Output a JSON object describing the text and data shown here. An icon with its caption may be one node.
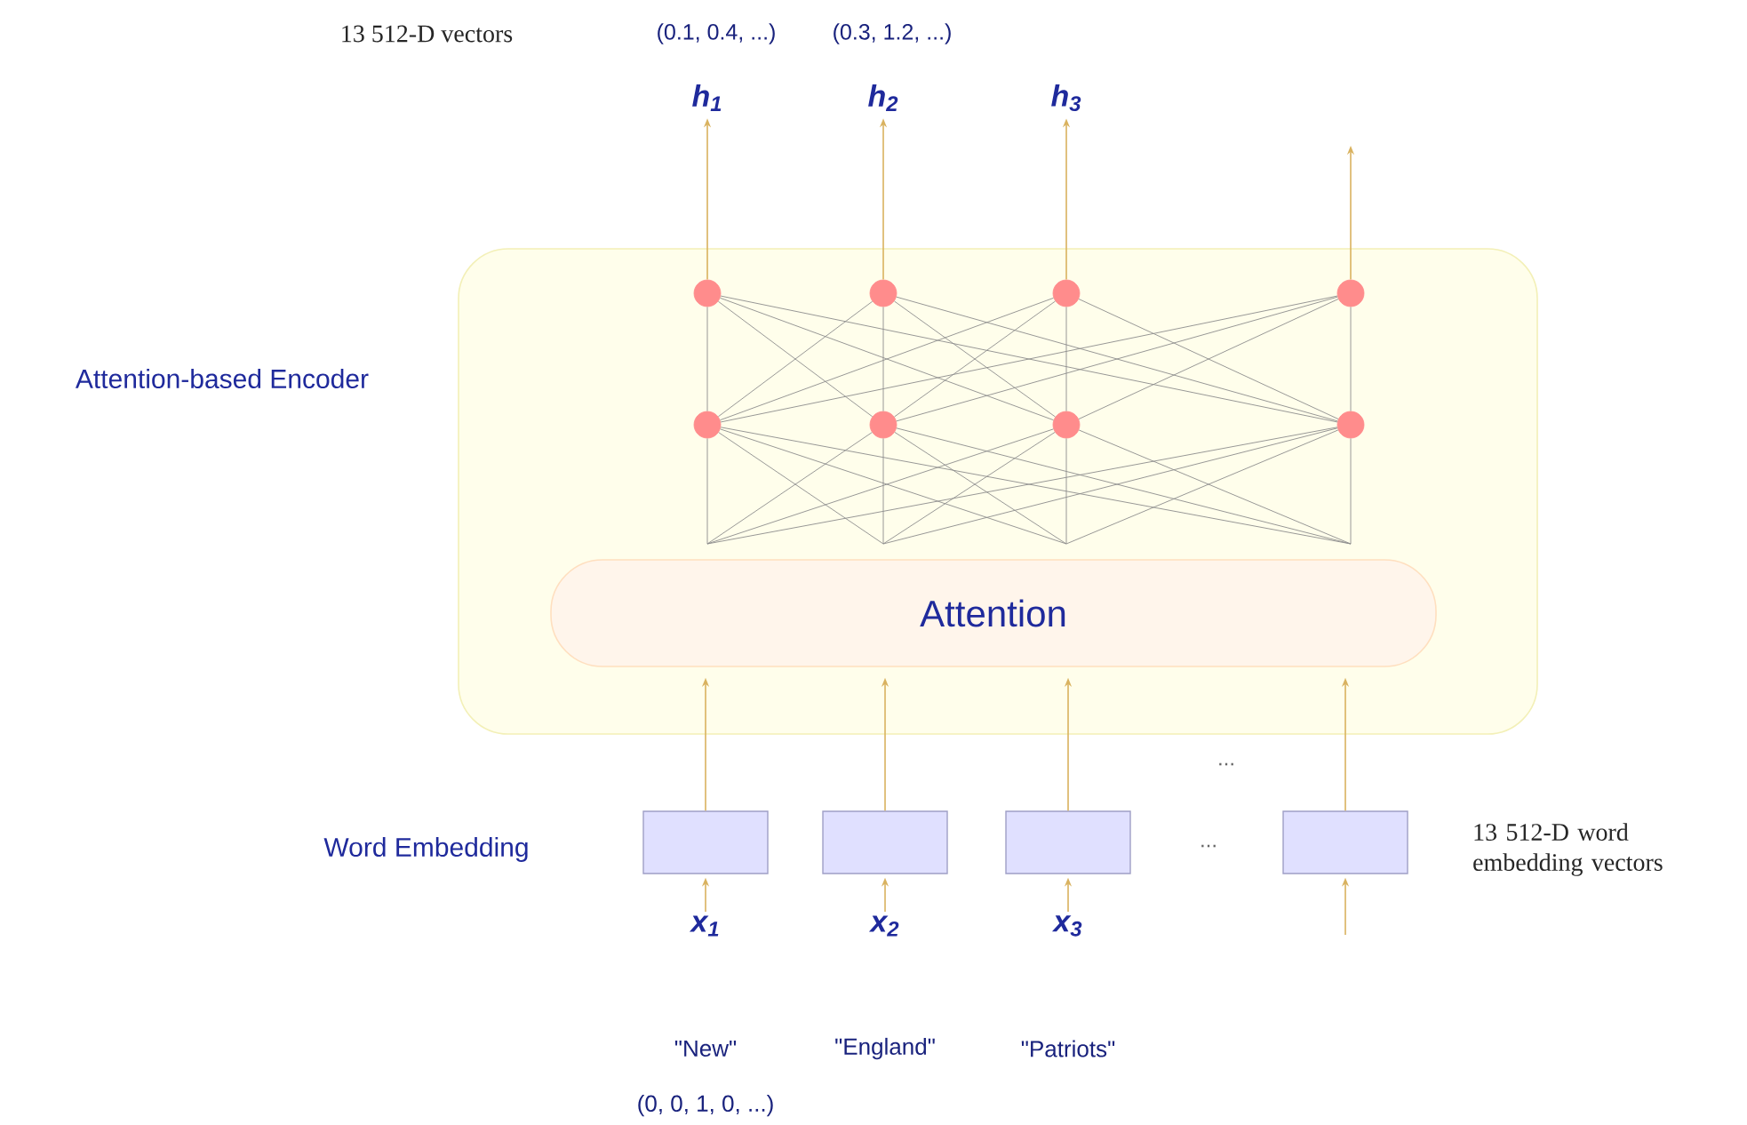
{
  "diagram": {
    "nodes": [
      {
        "text": [
          "h$_{1}$"
        ],
        "beside": [
          "(0.1, 0.4, ...)"
        ]
      },
      {
        "text": [
          "h$_{2}$"
        ],
        "beside": [
          "(0.3, 1.2, ...)"
        ]
      },
      {
        "text": [
          "h$_{3}$"
        ]
      },
      {
        "text": [
          "Attention-based Encoder"
        ]
      },
      {
        "text": [],
        "shape": "circle",
        "in": 3
      },
      {
        "text": [],
        "shape": "circle",
        "in": 3
      },
      {
        "text": [],
        "shape": "circle",
        "in": 3
      },
      {
        "text": [],
        "shape": "circle",
        "in": 3
      },
      {
        "text": [],
        "shape": "circle",
        "in": 3
      },
      {
        "text": [],
        "shape": "circle",
        "in": 3
      },
      {
        "text": [],
        "shape": "circle",
        "in": 3
      },
      {
        "text": [],
        "shape": "circle",
        "in": 3
      },
      {
        "text": [
          "Attention"
        ],
        "in": 3
      },
      {
        "text": [],
        "shape": "box"
      },
      {
        "text": [],
        "shape": "box"
      },
      {
        "text": [],
        "shape": "box"
      },
      {
        "text": [],
        "shape": "box"
      },
      {
        "text": [
          "x$_{1}$"
        ],
        "beside": [
          "\"New\"",
          "(0, 0, 1, 0, ...)"
        ]
      },
      {
        "text": [
          "x$_{2}$"
        ],
        "beside": [
          "\"England\""
        ]
      },
      {
        "text": [
          "x$_{3}$"
        ],
        "beside": [
          "\"Patriots\""
        ]
      }
    ],
    "edges": [
      {
        "from": 4,
        "to": 0,
        "arrow": "to",
        "color": "#d9b25f"
      },
      {
        "from": 5,
        "to": 1,
        "arrow": "to",
        "color": "#d9b25f"
      },
      {
        "from": 6,
        "to": 2,
        "arrow": "to",
        "color": "#d9b25f"
      },
      {
        "from": 7,
        "to": null,
        "arrow": "to",
        "color": "#d9b25f"
      },
      {
        "from": 8,
        "to": 4,
        "arrow": "none"
      },
      {
        "from": 8,
        "to": 5,
        "arrow": "none"
      },
      {
        "from": 8,
        "to": 6,
        "arrow": "none"
      },
      {
        "from": 8,
        "to": 7,
        "arrow": "none"
      },
      {
        "from": 9,
        "to": 4,
        "arrow": "none"
      },
      {
        "from": 9,
        "to": 5,
        "arrow": "none"
      },
      {
        "from": 9,
        "to": 6,
        "arrow": "none"
      },
      {
        "from": 9,
        "to": 7,
        "arrow": "none"
      },
      {
        "from": 10,
        "to": 4,
        "arrow": "none"
      },
      {
        "from": 10,
        "to": 5,
        "arrow": "none"
      },
      {
        "from": 10,
        "to": 6,
        "arrow": "none"
      },
      {
        "from": 10,
        "to": 7,
        "arrow": "none"
      },
      {
        "from": 11,
        "to": 4,
        "arrow": "none"
      },
      {
        "from": 11,
        "to": 5,
        "arrow": "none"
      },
      {
        "from": 11,
        "to": 6,
        "arrow": "none"
      },
      {
        "from": 11,
        "to": 7,
        "arrow": "none"
      },
      {
        "from": 13,
        "to": 12,
        "arrow": "to",
        "color": "#d9b25f"
      },
      {
        "from": 14,
        "to": 12,
        "arrow": "to",
        "color": "#d9b25f"
      },
      {
        "from": 15,
        "to": 12,
        "arrow": "to",
        "color": "#d9b25f"
      },
      {
        "from": 16,
        "to": 12,
        "arrow": "to",
        "color": "#d9b25f"
      },
      {
        "from": 17,
        "to": 13,
        "arrow": "to",
        "color": "#d9b25f"
      },
      {
        "from": 18,
        "to": 14,
        "arrow": "to",
        "color": "#d9b25f"
      },
      {
        "from": 19,
        "to": 15,
        "arrow": "to",
        "color": "#d9b25f"
      },
      {
        "from": null,
        "to": 16,
        "arrow": "to",
        "color": "#d9b25f"
      }
    ],
    "labels": [
      "13 512-D vectors",
      "...",
      "Word Embedding",
      "...",
      "13 512-D word embedding vectors"
    ]
  }
}
